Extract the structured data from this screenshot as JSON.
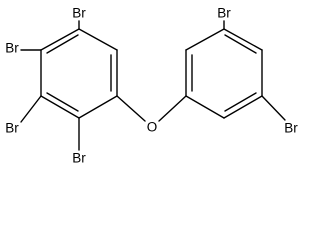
{
  "molecule": {
    "atom_labels": {
      "left_ring_top_br": "Br",
      "left_ring_upper_left_br": "Br",
      "left_ring_lower_left_br": "Br",
      "left_ring_bottom_br": "Br",
      "ether_oxygen": "O",
      "right_ring_top_br": "Br",
      "right_ring_bottom_br": "Br"
    },
    "colors": {
      "bond": "#000000",
      "label": "#000000",
      "background": "#ffffff"
    }
  }
}
